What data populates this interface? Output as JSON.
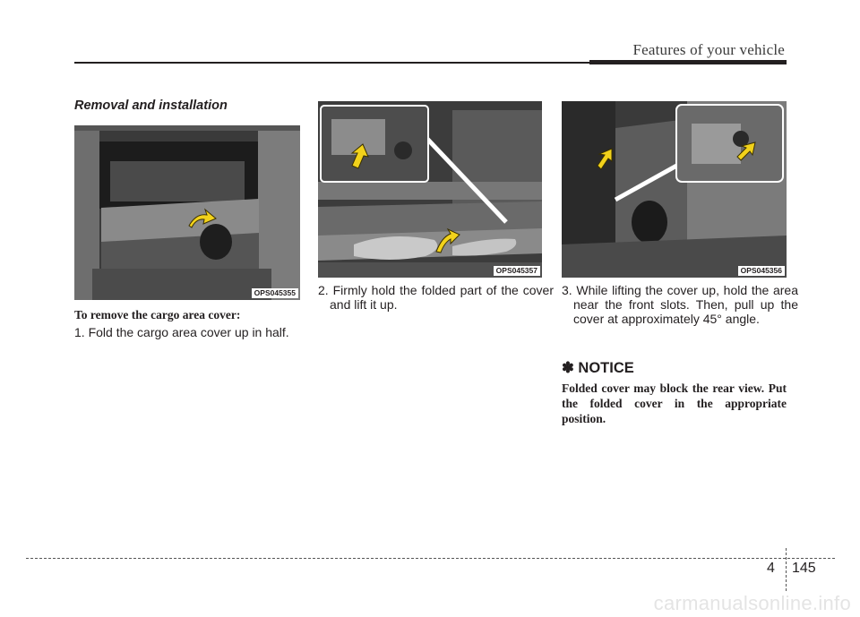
{
  "header": {
    "title": "Features of your vehicle"
  },
  "section": {
    "heading": "Removal and installation"
  },
  "photos": [
    {
      "code": "OPS045355",
      "subject": "cargo-area-cover-folded"
    },
    {
      "code": "OPS045357",
      "subject": "lifting-folded-cover"
    },
    {
      "code": "OPS045356",
      "subject": "cover-front-slots"
    }
  ],
  "instructions": {
    "intro": "To remove the cargo area cover:",
    "steps": [
      "1. Fold the cargo area cover up in half.",
      "2. Firmly hold the folded part of the cover and lift it up.",
      "3. While lifting the cover up, hold the area near the front slots. Then, pull up the cover at approximately 45° angle."
    ]
  },
  "notice": {
    "icon": "asterisk-icon",
    "title": "✽ NOTICE",
    "text": "Folded cover may block the rear view. Put the folded cover in the appropriate position."
  },
  "footer": {
    "chapter": "4",
    "page": "145",
    "watermark": "carmanualsonline.info"
  },
  "colors": {
    "arrow": "#f2d21b",
    "text": "#231f20",
    "photo_dark": "#2b2b2b"
  }
}
